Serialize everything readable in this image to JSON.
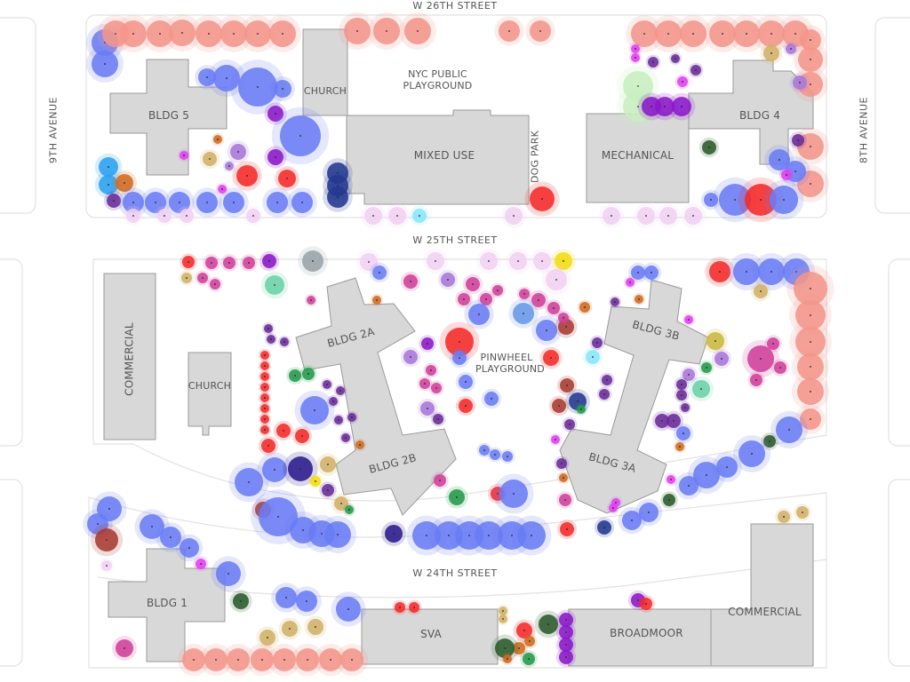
{
  "streets": {
    "w26": "W 26TH STREET",
    "w25": "W 25TH STREET",
    "w24": "W 24TH STREET",
    "ave9": "9TH AVENUE",
    "ave8": "8TH AVENUE"
  },
  "buildings": {
    "bldg5": "BLDG 5",
    "church_top": "CHURCH",
    "mixed_use": "MIXED USE",
    "mechanical": "MECHANICAL",
    "bldg4": "BLDG 4",
    "commercial_mid": "COMMERCIAL",
    "church_mid": "CHURCH",
    "bldg2a": "BLDG 2A",
    "bldg2b": "BLDG 2B",
    "bldg3a": "BLDG 3A",
    "bldg3b": "BLDG 3B",
    "bldg1": "BLDG 1",
    "sva": "SVA",
    "broadmoor": "BROADMOOR",
    "commercial_bottom": "COMMERCIAL"
  },
  "places": {
    "playground_top": "NYC PUBLIC PLAYGROUND",
    "dog_park": "DOG PARK",
    "pinwheel": "PINWHEEL PLAYGROUND"
  },
  "tree_colors": {
    "s": "#f4958a",
    "b": "#6a7cf5",
    "p": "#6a2a9a",
    "v": "#8a18c8",
    "n": "#23388f",
    "l": "#f0d2f2",
    "r": "#f52a2a",
    "m": "#d0409a",
    "g": "#d2b068",
    "G": "#239a4a",
    "o": "#d06a20",
    "k": "#e040f0",
    "c": "#88e6fa",
    "t": "#6ad2a8",
    "y": "#f2dc10",
    "d": "#a83a30",
    "D": "#2a5a2a",
    "a": "#a878d8",
    "e": "#2aa0f0",
    "lg": "#c8eec0",
    "gy": "#98a4a8",
    "ol": "#c8b840",
    "sb": "#6898e8",
    "dn": "#2a1a8a"
  }
}
